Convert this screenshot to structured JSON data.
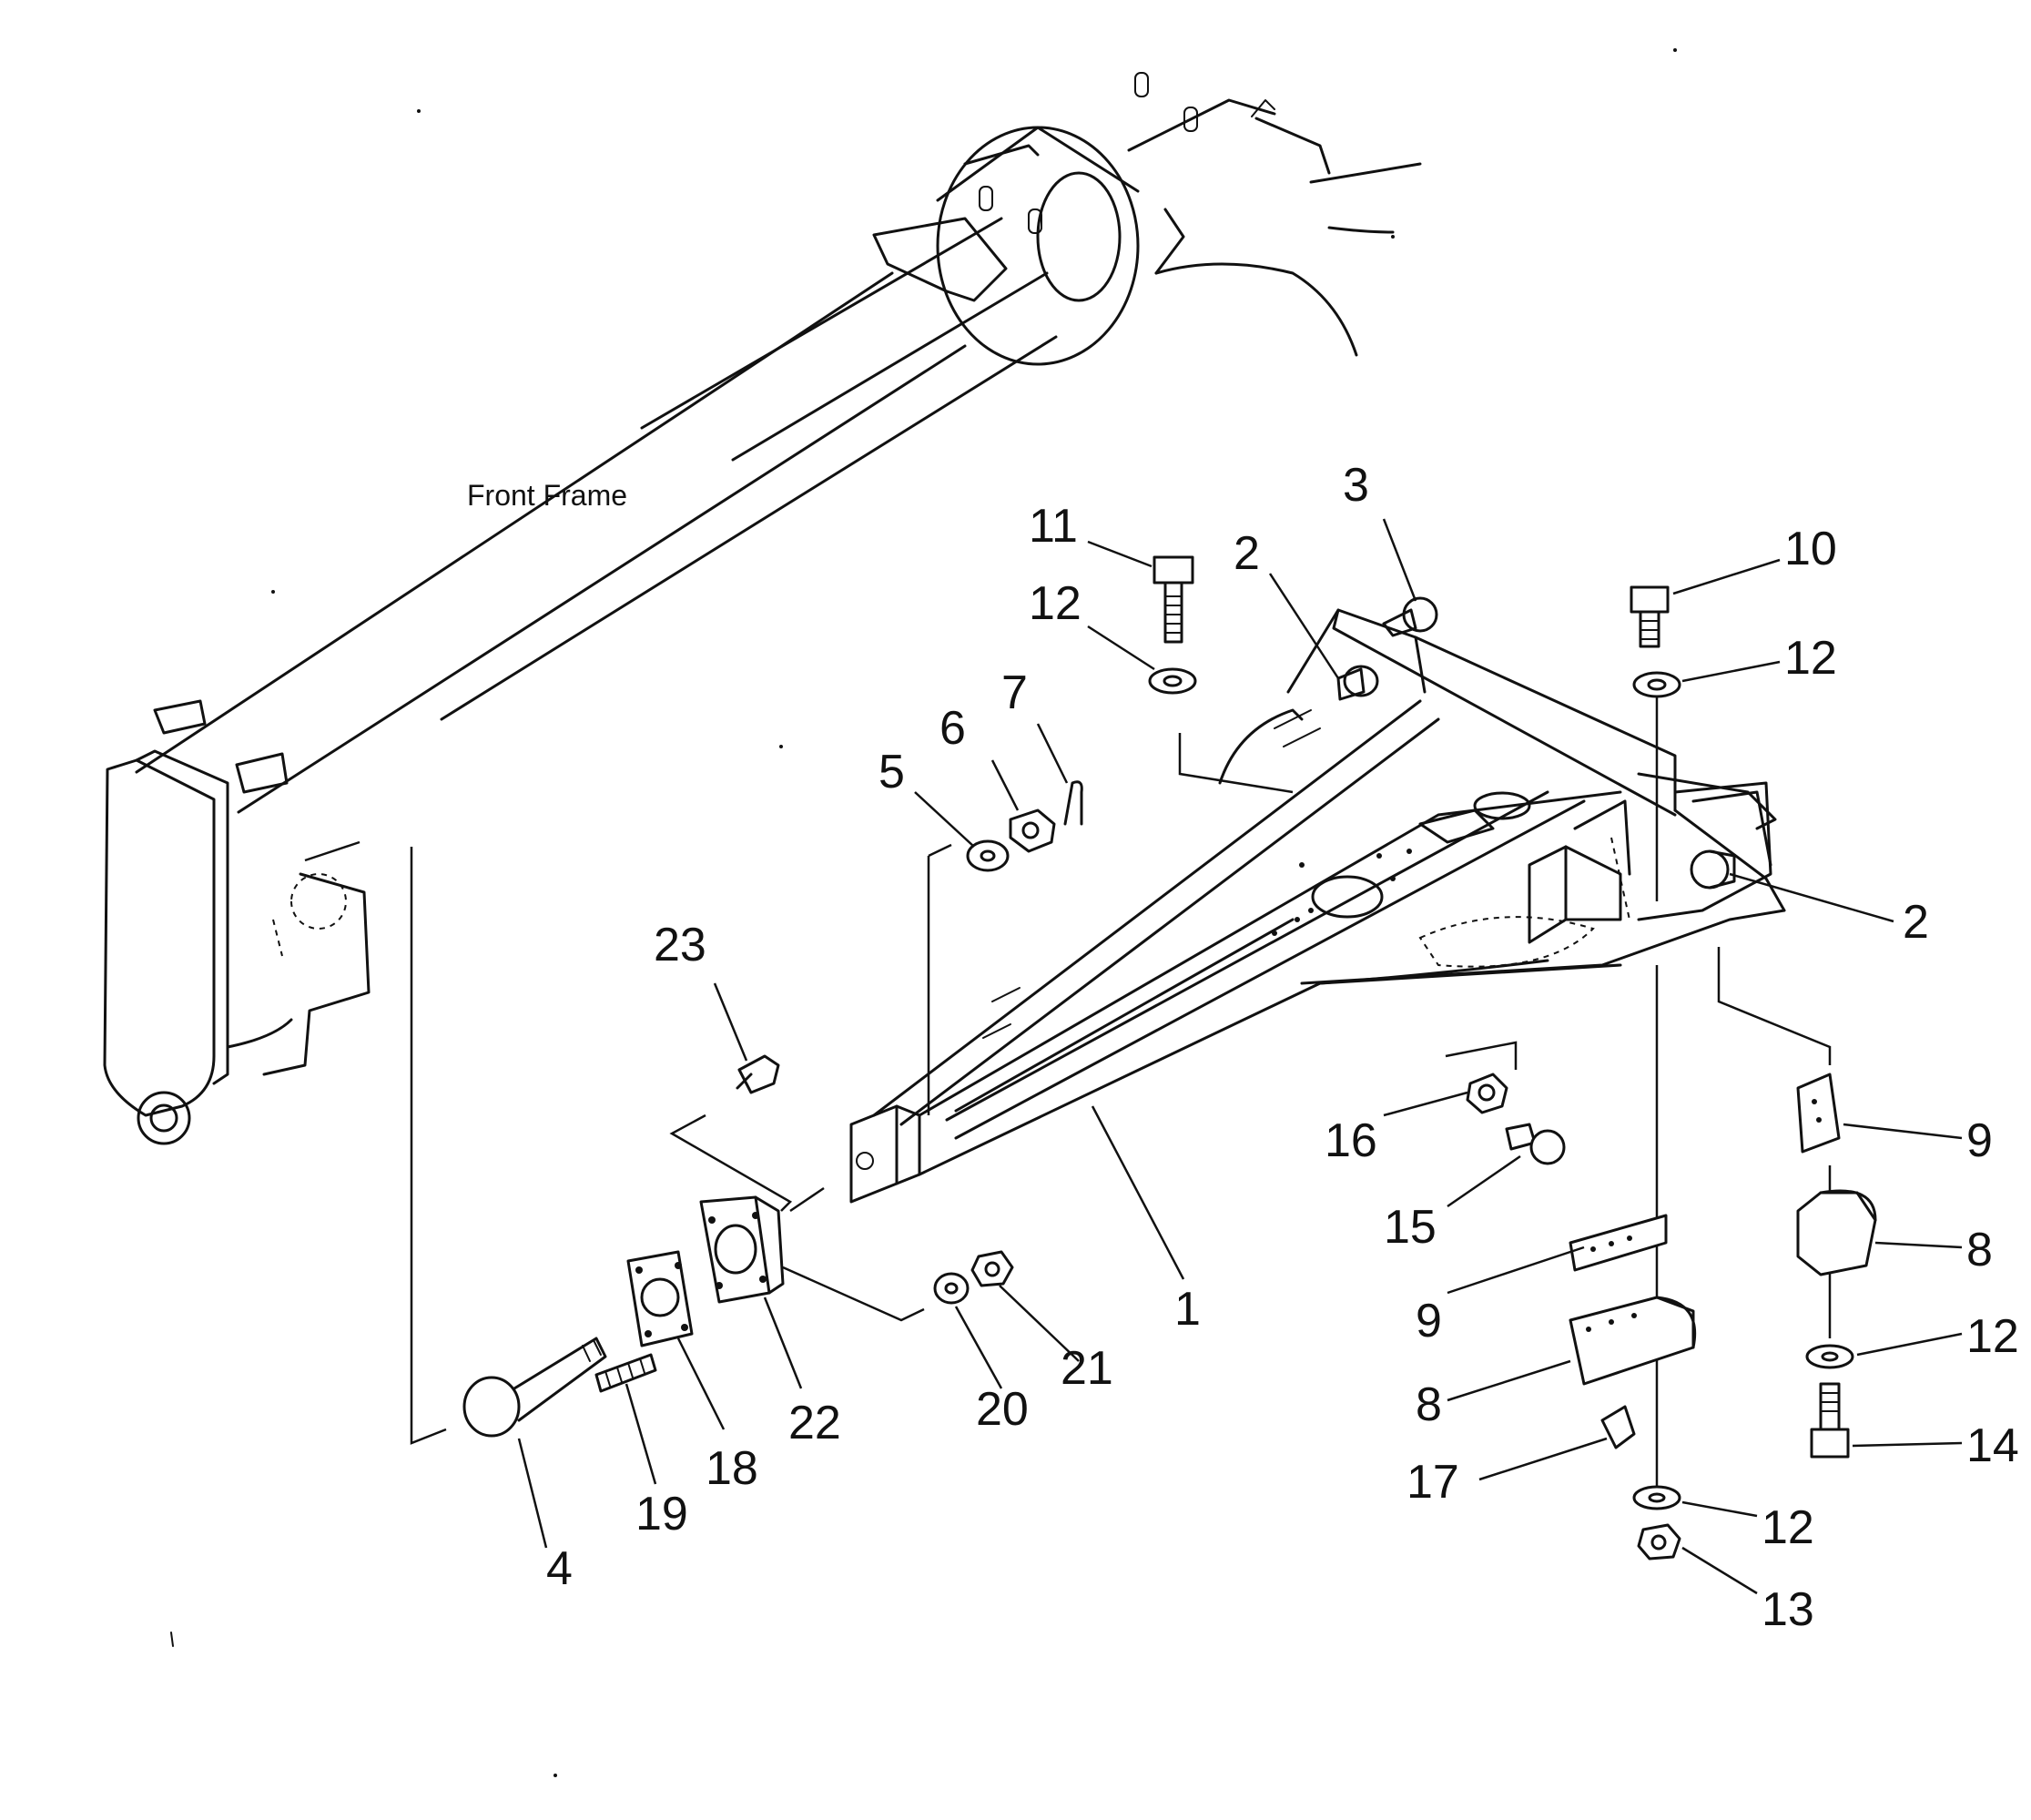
{
  "frame_label": "Front Frame",
  "callouts": {
    "c1": "1",
    "c2a": "2",
    "c2b": "2",
    "c3": "3",
    "c4": "4",
    "c5": "5",
    "c6": "6",
    "c7": "7",
    "c8a": "8",
    "c8b": "8",
    "c9a": "9",
    "c9b": "9",
    "c10": "10",
    "c11": "11",
    "c12a": "12",
    "c12b": "12",
    "c12c": "12",
    "c12d": "12",
    "c13": "13",
    "c14": "14",
    "c15": "15",
    "c16": "16",
    "c17": "17",
    "c18": "18",
    "c19": "19",
    "c20": "20",
    "c21": "21",
    "c22": "22",
    "c23": "23"
  }
}
